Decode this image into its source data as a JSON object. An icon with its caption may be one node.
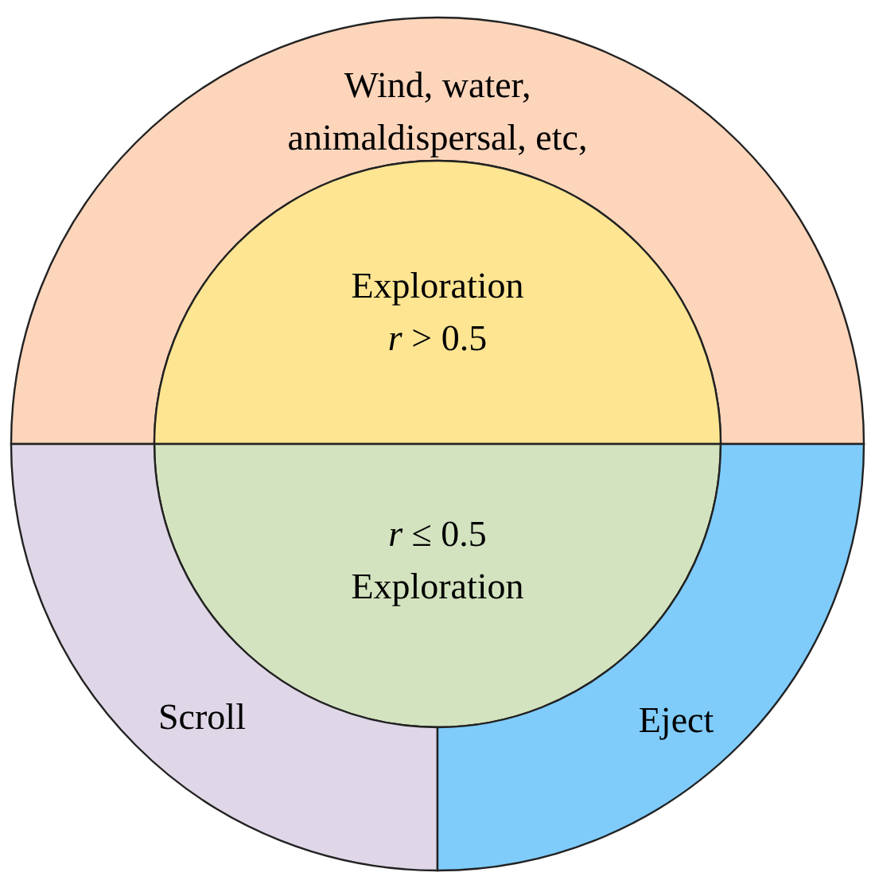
{
  "diagram": {
    "nodes": [
      {
        "text": [
          "Wind, water, animaldispersal, etc,"
        ]
      },
      {
        "text": [
          "Exploration",
          "*r* > 0.5"
        ]
      },
      {
        "text": [
          "*r* ≤ 0.5",
          "Exploration"
        ]
      },
      {
        "text": [
          "Scroll"
        ]
      },
      {
        "text": [
          "Eject"
        ]
      }
    ]
  }
}
